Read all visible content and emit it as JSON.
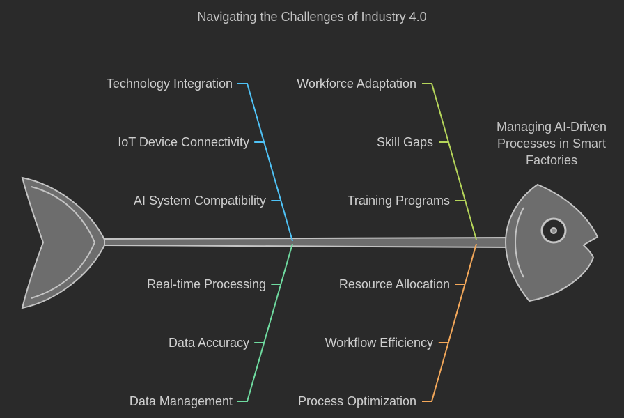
{
  "title": "Navigating the Challenges of Industry 4.0",
  "effect": "Managing AI-Driven Processes in Smart Factories",
  "colors": {
    "background": "#2a2a2a",
    "fish_fill": "#6d6d6d",
    "fish_stroke": "#c4c4c4",
    "text": "#cfcfcf"
  },
  "categories": [
    {
      "color": "#4fc3f7",
      "causes": [
        "Technology Integration",
        "IoT Device Connectivity",
        "AI System Compatibility"
      ]
    },
    {
      "color": "#b5d55a",
      "causes": [
        "Workforce Adaptation",
        "Skill Gaps",
        "Training Programs"
      ]
    },
    {
      "color": "#6fdba0",
      "causes": [
        "Real-time Processing",
        "Data Accuracy",
        "Data Management"
      ]
    },
    {
      "color": "#f4a85a",
      "causes": [
        "Resource Allocation",
        "Workflow Efficiency",
        "Process Optimization"
      ]
    }
  ]
}
